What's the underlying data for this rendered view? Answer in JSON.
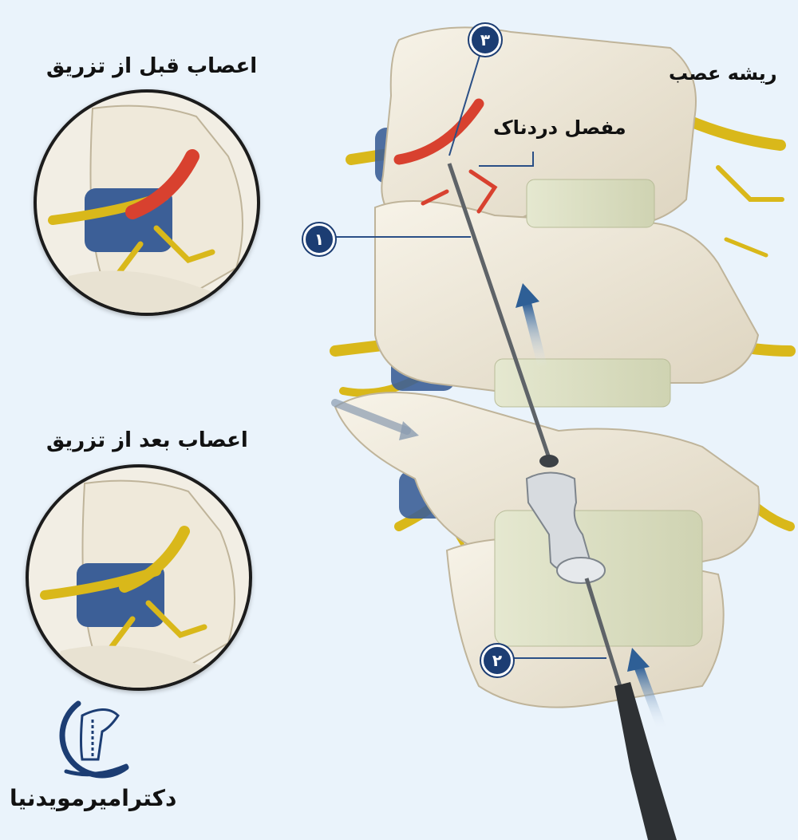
{
  "labels": {
    "before_injection": "اعصاب قبل از تزریق",
    "after_injection": "اعصاب بعد از تزریق",
    "nerve_root": "ریشه عصب",
    "painful_joint": "مفصل دردناک"
  },
  "markers": [
    "۱",
    "۲",
    "۳"
  ],
  "brand": {
    "name": "دکترامیرمویدنیا"
  },
  "colors": {
    "background": "#eaf3fb",
    "bone": "#efe9da",
    "nerve": "#d9b81a",
    "inflamed_nerve": "#d8412f",
    "disc": "#3c5f97",
    "marker": "#1c3d73",
    "arrow": "#2e5f96"
  }
}
